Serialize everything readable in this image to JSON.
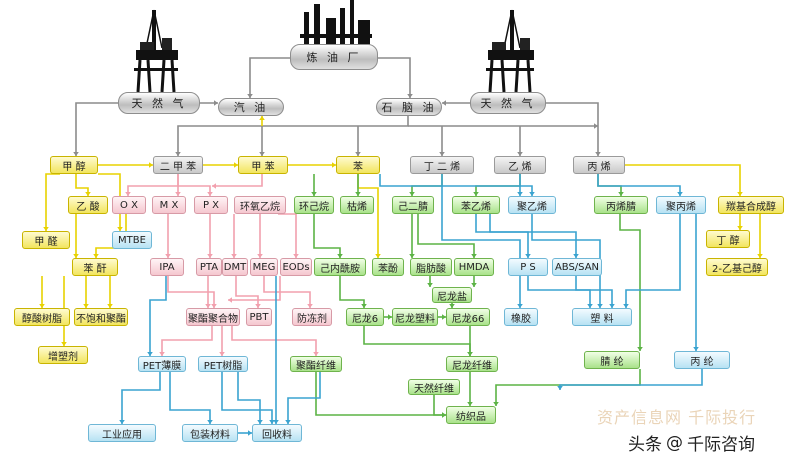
{
  "nodes": {
    "refinery": "炼 油 厂",
    "natgas_left": "天 然 气",
    "gasoline": "汽 油",
    "naphtha": "石 脑 油",
    "natgas_right": "天 然 气",
    "methanol": "甲 醇",
    "xylene": "二 甲 苯",
    "toluene": "甲 苯",
    "benzene": "苯",
    "butadiene": "丁 二 烯",
    "ethylene": "乙 烯",
    "propylene": "丙 烯",
    "acetic_acid": "乙 酸",
    "ox": "O X",
    "mx": "M X",
    "px": "P X",
    "ethylene_oxide": "环氧乙烷",
    "cyclohexane": "环己烷",
    "cumene": "枯烯",
    "adiponitrile": "己二腈",
    "styrene": "苯乙烯",
    "polystyrene_monomer": "聚乙烯",
    "acrylonitrile": "丙烯腈",
    "polypropylene": "聚丙烯",
    "oxo_alcohol": "羰基合成醇",
    "formaldehyde": "甲 醛",
    "mtbe": "MTBE",
    "phthalic": "苯 酐",
    "ipa": "IPA",
    "pta": "PTA",
    "dmt": "DMT",
    "meg": "MEG",
    "eods": "EODs",
    "caprolactam": "己内酰胺",
    "phenol": "苯酚",
    "fatty_acid": "脂肪酸",
    "hmda": "HMDA",
    "ps": "P S",
    "abs_san": "ABS/SAN",
    "butanol": "丁 醇",
    "ethylhexanol": "2-乙基己醇",
    "alkyd": "醇酸树脂",
    "unsat_polyester": "不饱和聚酯",
    "polyester_compound": "聚酯聚合物",
    "pbt": "PBT",
    "antifreeze": "防冻剂",
    "nylon6": "尼龙6",
    "nylon_plastic": "尼龙塑料",
    "nylon66": "尼龙66",
    "nylon_salt": "尼龙盐",
    "rubber": "橡胶",
    "plastics": "塑 料",
    "plasticizer": "增塑剂",
    "pet_film": "PET薄膜",
    "pet_resin": "PET树脂",
    "polyester_fiber": "聚酯纤维",
    "nylon_fiber": "尼龙纤维",
    "acrylic_fiber": "腈 纶",
    "polypropylene_fiber": "丙 纶",
    "natural_fiber": "天然纤维",
    "industrial_use": "工业应用",
    "packaging": "包装材料",
    "recycled": "回收料",
    "textiles": "纺织品"
  },
  "watermark": "资产信息网 千际投行",
  "brand": {
    "prefix": "头条",
    "at": "@",
    "name": "千际咨询"
  },
  "colors": {
    "gray": "#8c8c8c",
    "yellow": "#e8d200",
    "pink": "#f2a0ae",
    "green": "#5cb345",
    "blue": "#3aa3d0"
  }
}
